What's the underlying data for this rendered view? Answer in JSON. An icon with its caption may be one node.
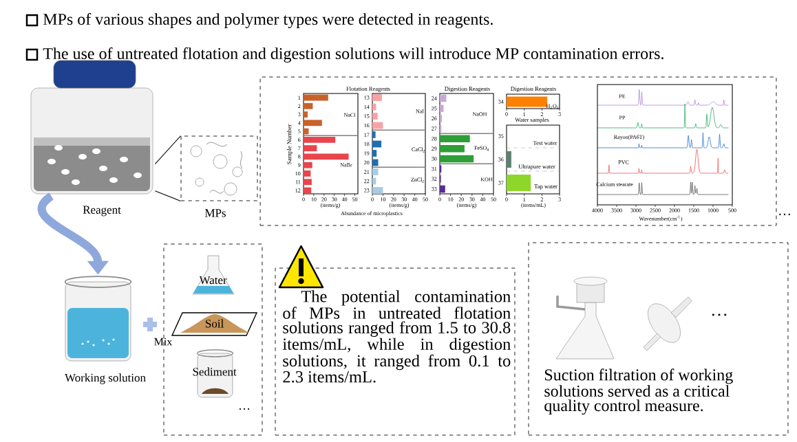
{
  "diagram": {
    "nodes": [
      {
        "text": [],
        "shape": "picture",
        "beside": [
          "Reagent"
        ]
      },
      {
        "text": [],
        "shape": "box",
        "beside": [
          "MPs"
        ]
      },
      {
        "text": [
          "…"
        ]
      },
      {
        "text": [],
        "shape": "picture",
        "beside": [
          "Working solution"
        ]
      },
      {
        "text": [
          "…"
        ]
      },
      {
        "text": [
          "Water"
        ],
        "in": 4
      },
      {
        "text": [
          "Soil"
        ],
        "in": 4
      },
      {
        "text": [
          "Sediment"
        ],
        "in": 4
      },
      {
        "text": [
          "The potential contamination of MPs in untreated flotation solutions ranged from 1.5 to 30.8 items/mL, while in digestion solutions, it ranged from 0.1 to 2.3 items/mL."
        ]
      },
      {
        "text": [
          "…",
          "Suction filtration of working solutions served as a critical quality control measure."
        ]
      }
    ],
    "edges": [
      {
        "from": 0,
        "to": 3,
        "arrow": "to",
        "style": "thick",
        "color": "#8fa8dc"
      },
      {
        "from": 0,
        "to": 1,
        "arrow": "none"
      },
      {
        "from": 0,
        "to": 1,
        "arrow": "none"
      }
    ],
    "labels": [
      "MPs of various shapes and polymer types were detected in reagents.",
      "The use of untreated flotation and digestion solutions will introduce MP contamination errors.",
      "Flotation Reagents",
      "NaCl",
      "NaBr",
      "NaI",
      "CaCl$_{2}$",
      "ZnCl$_{2}$",
      "Digestion Reagents",
      "NaOH",
      "FeSO$_{4}$",
      "KOH",
      "Digestion Reagents",
      "H$_{2}$O$_{2}$",
      "Water samples",
      "Test water",
      "Ultrapure water",
      "Tap water",
      "0",
      "10",
      "20",
      "30",
      "40",
      "50",
      "0",
      "10",
      "20",
      "30",
      "40",
      "50",
      "0",
      "1",
      "2",
      "3",
      "0",
      "1",
      "2",
      "3",
      "(items/g)",
      "(items/g)",
      "(items/g)",
      "(items/mL)",
      "PE",
      "PP",
      "Rayon(PA6T)",
      "PVC",
      "Calcium stearate",
      "4000",
      "3500",
      "3000",
      "2500",
      "2000",
      "1500",
      "1000",
      "500",
      "Wavenumber(cm$^{-1}$)",
      "Mix",
      "13",
      "14",
      "15",
      "16",
      "17",
      "18",
      "19",
      "20",
      "21",
      "22",
      "23",
      "24",
      "25",
      "26",
      "27",
      "28",
      "29",
      "30",
      "31",
      "32",
      "33",
      "34",
      "35",
      "36",
      "37"
    ],
    "chart_data": {
      "type": "bar",
      "orientation": "horizontal",
      "xlabel": "Abundance of microplastics",
      "ylabel": "Sample Number",
      "categories": [
        "1",
        "2",
        "3",
        "4",
        "5",
        "6",
        "7",
        "8",
        "9",
        "10",
        "11",
        "12"
      ],
      "values": [
        24,
        9,
        4,
        18,
        5,
        31,
        13,
        44,
        8.5,
        7,
        8,
        7.5
      ],
      "xlim": [
        0,
        53
      ],
      "xticks": [
        0,
        10,
        20,
        30,
        40,
        50
      ]
    }
  }
}
